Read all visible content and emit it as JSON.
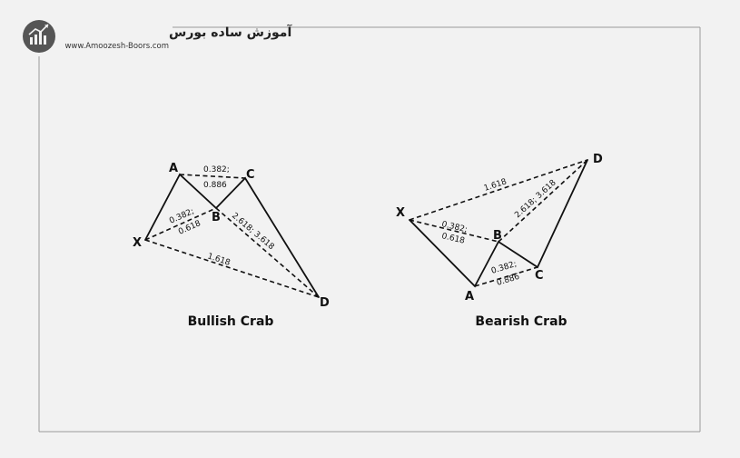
{
  "brand": {
    "name_fa": "آموزش ساده بورس",
    "url": "www.Amoozesh-Boors.com",
    "logo_icon": "stock-chart-logo-icon"
  },
  "diagrams": {
    "bullish": {
      "caption": "Bullish Crab",
      "points": {
        "x": "X",
        "a": "A",
        "b": "B",
        "c": "C",
        "d": "D"
      },
      "ratios": {
        "ac_1": "0.382;",
        "ac_2": "0.886",
        "xb_1": "0.382;",
        "xb_2": "0.618",
        "bd": "2.618; 3.618",
        "xd": "1.618"
      }
    },
    "bearish": {
      "caption": "Bearish Crab",
      "points": {
        "x": "X",
        "a": "A",
        "b": "B",
        "c": "C",
        "d": "D"
      },
      "ratios": {
        "xd": "1.618",
        "bd": "2.618; 3.618",
        "xb_1": "0.382;",
        "xb_2": "0.618",
        "ac_1": "0.382;",
        "ac_2": "0.886"
      }
    }
  },
  "colors": {
    "background": "#f2f2f2",
    "frame": "#9a9a9a",
    "ink": "#111111",
    "logo": "#555555"
  }
}
